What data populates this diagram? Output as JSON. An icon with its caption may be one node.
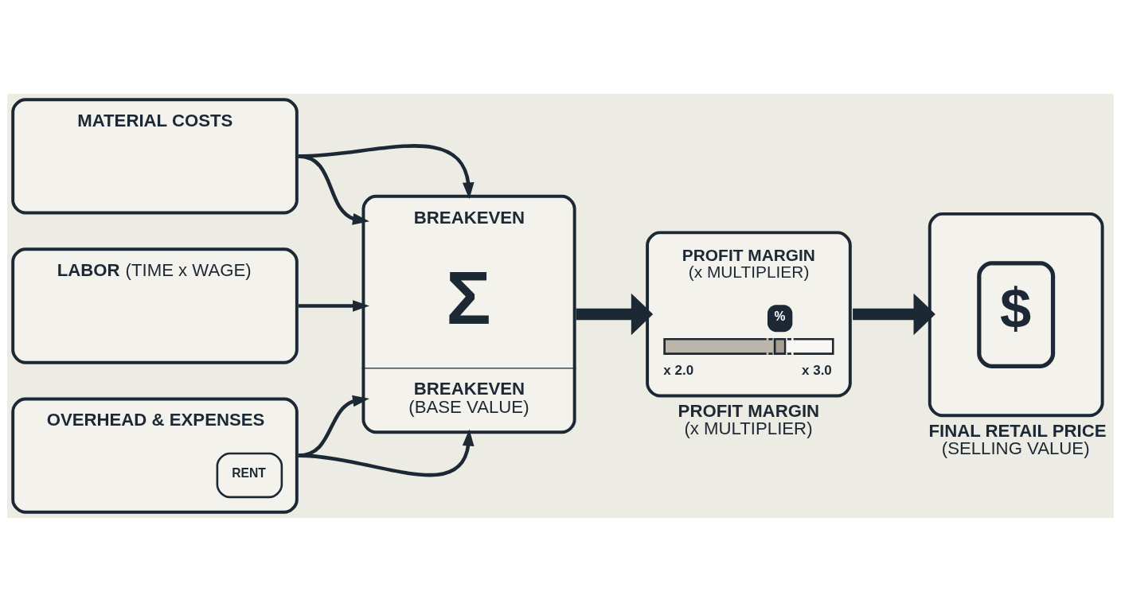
{
  "diagram": {
    "nodes": [
      {
        "text": [
          "MATERIAL COSTS"
        ]
      },
      {
        "text": [
          "**LABOR** (TIME x WAGE)"
        ]
      },
      {
        "text": [
          "OVERHEAD & EXPENSES",
          "RENT"
        ]
      },
      {
        "text": [
          "BREAKEVEN",
          "Σ",
          "**BREAKEVEN** (BASE VALUE)"
        ]
      },
      {
        "text": [
          "**PROFIT MARGIN** (x MULTIPLIER)",
          "%",
          "x 2.0",
          "x 3.0"
        ],
        "beside": [
          "**PROFIT MARGIN** (x MULTIPLIER)"
        ]
      },
      {
        "text": [
          "$"
        ],
        "beside": [
          "**FINAL RETAIL PRICE** (SELLING VALUE)"
        ]
      }
    ],
    "edges": [
      {
        "from": 0,
        "to": 3,
        "arrow": "to"
      },
      {
        "from": 0,
        "to": 3,
        "arrow": "to"
      },
      {
        "from": 1,
        "to": 3,
        "arrow": "to"
      },
      {
        "from": 2,
        "to": 3,
        "arrow": "to"
      },
      {
        "from": 2,
        "to": 3,
        "arrow": "to"
      },
      {
        "from": 3,
        "to": 4,
        "arrow": "to",
        "style": "thick"
      },
      {
        "from": 4,
        "to": 5,
        "arrow": "to",
        "style": "thick"
      }
    ]
  }
}
